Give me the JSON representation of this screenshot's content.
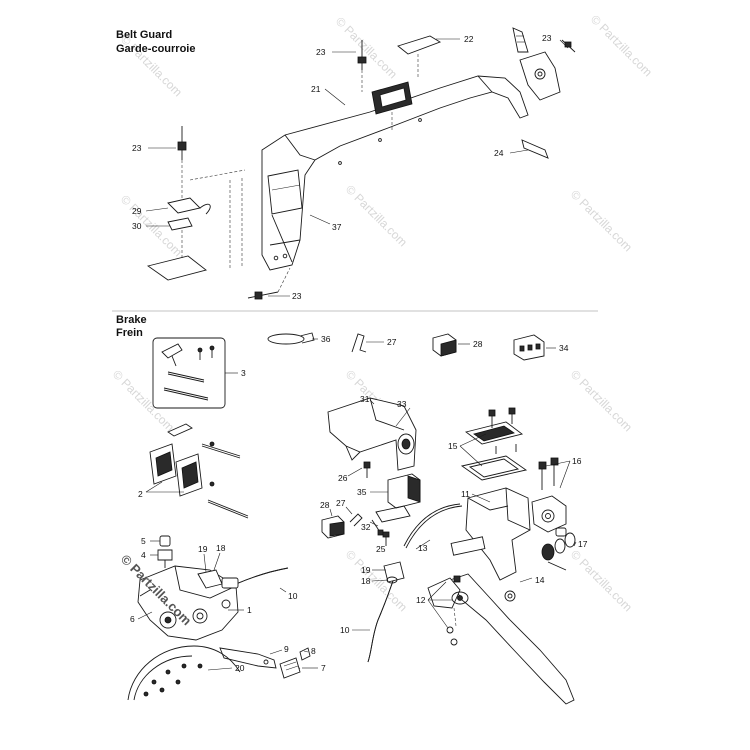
{
  "sections": {
    "belt_guard": {
      "title": "Belt Guard",
      "subtitle": "Garde-courroie"
    },
    "brake": {
      "title": "Brake",
      "subtitle": "Frein"
    }
  },
  "callouts": {
    "c23a": "23",
    "c22": "22",
    "c23b": "23",
    "c21": "21",
    "c23c": "23",
    "c24": "24",
    "c29": "29",
    "c30": "30",
    "c37": "37",
    "c23d": "23",
    "c36": "36",
    "c27a": "27",
    "c28a": "28",
    "c34": "34",
    "c3": "3",
    "c31": "31",
    "c33": "33",
    "c15": "15",
    "c16": "16",
    "c26": "26",
    "c2": "2",
    "c11": "11",
    "c35": "35",
    "c28b": "28",
    "c27b": "27",
    "c32": "32",
    "c25": "25",
    "c5": "5",
    "c4": "4",
    "c19a": "19",
    "c18a": "18",
    "c13": "13",
    "c17": "17",
    "c19b": "19",
    "c18b": "18",
    "c14": "14",
    "c10a": "10",
    "c6": "6",
    "c1": "1",
    "c12": "12",
    "c9": "9",
    "c8": "8",
    "c7": "7",
    "c10b": "10",
    "c20": "20"
  },
  "watermark": {
    "text": "© Partzilla.com",
    "badge": "© Partzilla.com"
  }
}
